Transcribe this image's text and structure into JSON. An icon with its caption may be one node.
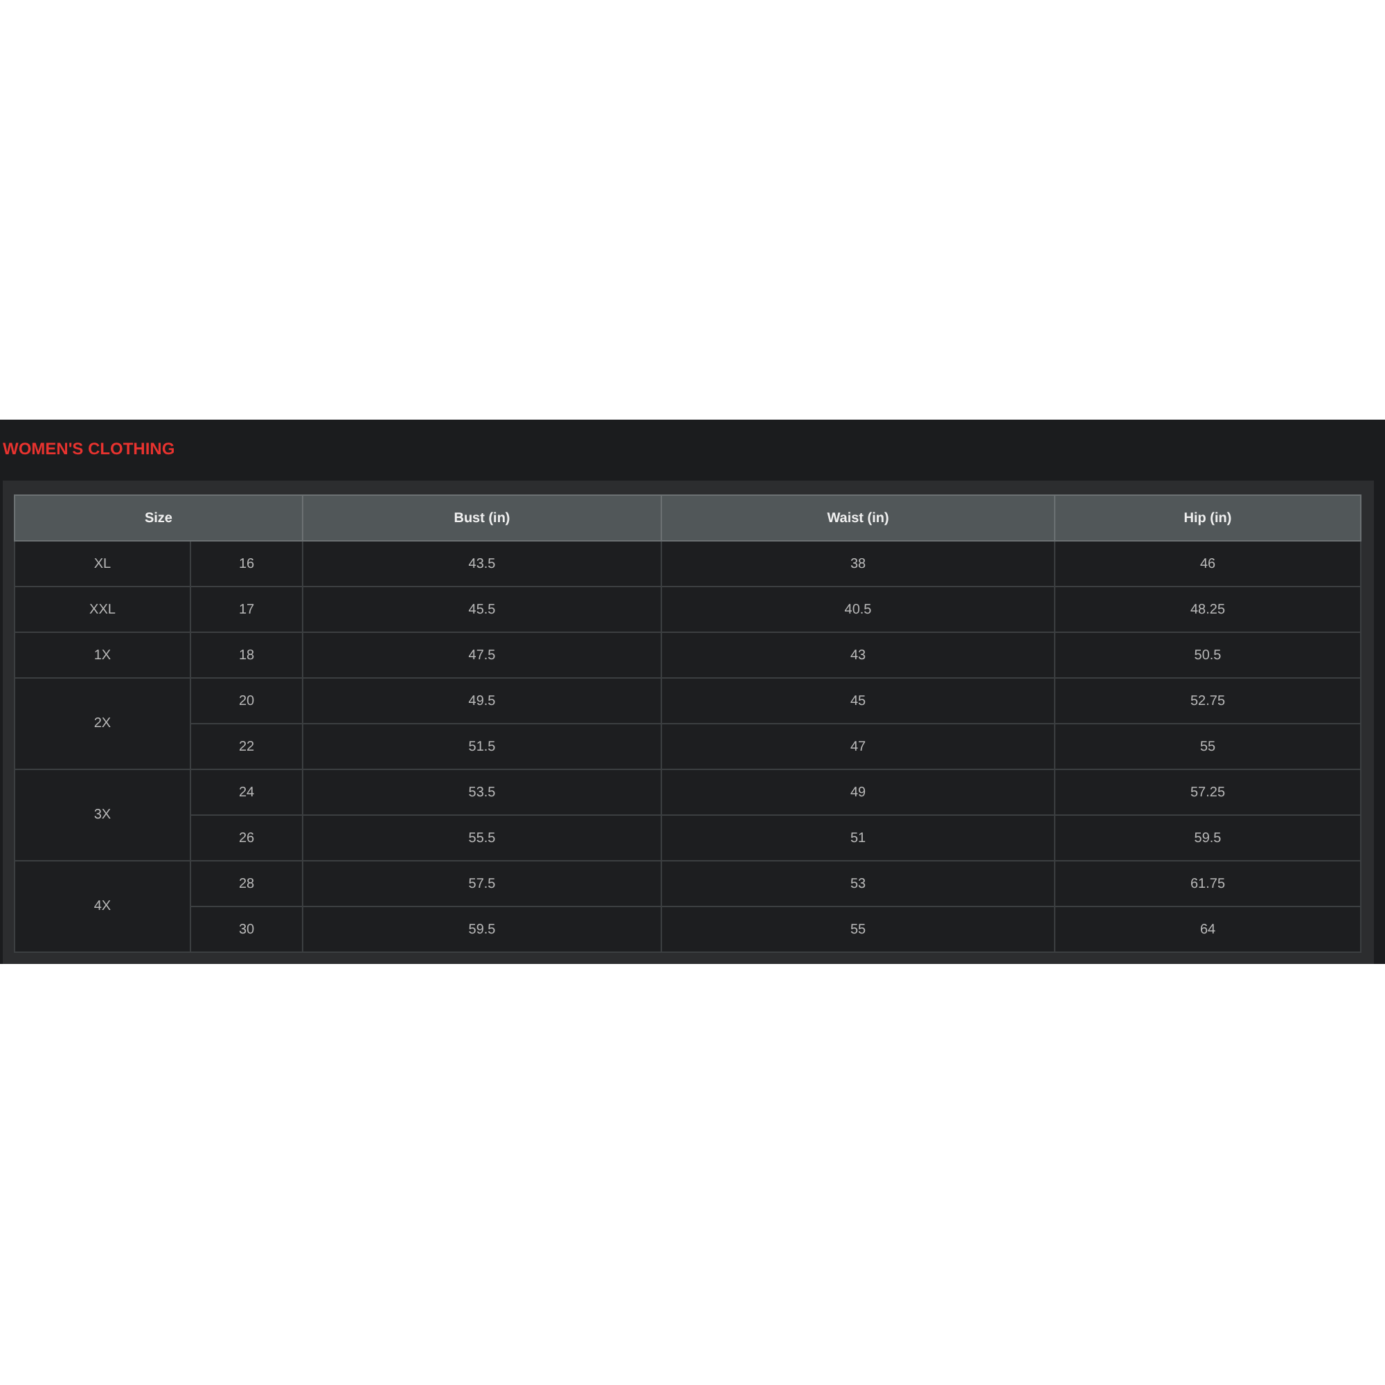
{
  "diagram": {
    "title": "WOMEN'S CLOTHING",
    "labels": [
      "Size",
      "Bust (in)",
      "Waist (in)",
      "Hip (in)",
      "XL",
      "16",
      "43.5",
      "38",
      "46",
      "XXL",
      "17",
      "45.5",
      "40.5",
      "48.25",
      "1X",
      "18",
      "47.5",
      "43",
      "50.5",
      "2X",
      "20",
      "49.5",
      "45",
      "52.75",
      "22",
      "51.5",
      "47",
      "55",
      "3X",
      "24",
      "53.5",
      "49",
      "57.25",
      "26",
      "55.5",
      "51",
      "59.5",
      "4X",
      "28",
      "57.5",
      "53",
      "61.75",
      "30",
      "59.5",
      "55",
      "64"
    ]
  }
}
